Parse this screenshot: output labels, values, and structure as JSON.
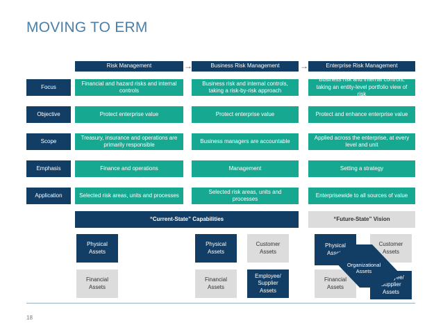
{
  "title": "MOVING TO ERM",
  "page_number": "18",
  "columns": [
    "Risk Management",
    "Business Risk Management",
    "Enterprise Risk Management"
  ],
  "rows": [
    {
      "label": "Focus",
      "cells": [
        "Financial and hazard risks and internal controls",
        "Business risk and internal controls, taking a risk-by-risk approach",
        "Business risk and internal controls, taking an entity-level portfolio view of risk"
      ]
    },
    {
      "label": "Objective",
      "cells": [
        "Protect enterprise value",
        "Protect enterprise value",
        "Protect and enhance enterprise value"
      ]
    },
    {
      "label": "Scope",
      "cells": [
        "Treasury, insurance and operations are primarily responsible",
        "Business managers are accountable",
        "Applied across the enterprise, at every level and unit"
      ]
    },
    {
      "label": "Emphasis",
      "cells": [
        "Finance and operations",
        "Management",
        "Setting a strategy"
      ]
    },
    {
      "label": "Application",
      "cells": [
        "Selected risk areas, units and processes",
        "Selected risk areas, units and processes",
        "Enterprisewide to all sources of value"
      ]
    }
  ],
  "current_state": "“Current-State” Capabilities",
  "future_state": "“Future-State” Vision",
  "assets": {
    "rm_physical": "Physical Assets",
    "rm_financial": "Financial Assets",
    "brm_physical": "Physical Assets",
    "brm_customer": "Customer Assets",
    "brm_financial": "Financial Assets",
    "brm_employee": "Employee/ Supplier Assets",
    "erm_physical": "Physical Assets",
    "erm_customer": "Customer Assets",
    "erm_organizational": "Organizational Assets",
    "erm_financial": "Financial Assets",
    "erm_employee": "Employee/ Supplier Assets"
  },
  "colors": {
    "navy": "#123e66",
    "teal": "#17a891",
    "grey": "#dcdcdc",
    "title": "#4a7fa8"
  }
}
